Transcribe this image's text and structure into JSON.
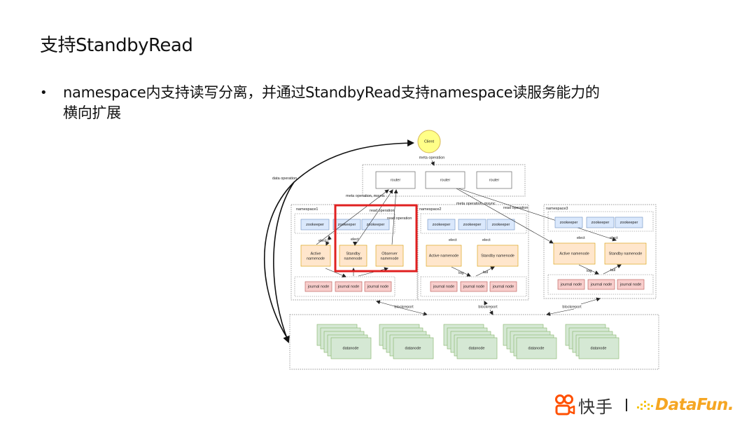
{
  "slide": {
    "title": "支持StandbyRead",
    "bullet_symbol": "•",
    "bullet_text": "namespace内支持读写分离，并通过StandbyRead支持namespace读服务能力的横向扩展"
  },
  "diagram": {
    "client": "Client",
    "labels": {
      "data_operation": "data operation",
      "meta_operation": "meta operation",
      "meta_operation_msync": "meta operation, msync",
      "read_operation": "read operation",
      "elect": "elect",
      "log": "log",
      "tail": "tail",
      "blockreport": "blockreport"
    },
    "routers": [
      "router",
      "router",
      "router"
    ],
    "namespaces": [
      {
        "name": "namespace1",
        "zookeepers": [
          "zookeeper",
          "zookeeper",
          "zookeeper"
        ],
        "namenodes": [
          "Active namenode",
          "Standby namenode",
          "Observer namenode"
        ],
        "journal_nodes": [
          "journal node",
          "journal node",
          "journal node"
        ]
      },
      {
        "name": "namespace2",
        "zookeepers": [
          "zookeeper",
          "zookeeper",
          "zookeeper"
        ],
        "namenodes": [
          "Active namenode",
          "Standby namenode"
        ],
        "journal_nodes": [
          "journal node",
          "journal node",
          "journal node"
        ]
      },
      {
        "name": "namespace3",
        "zookeepers": [
          "zookeeper",
          "zookeeper",
          "zookeeper"
        ],
        "namenodes": [
          "Active namenode",
          "Standby namenode"
        ],
        "journal_nodes": [
          "journal node",
          "journal node",
          "journal node"
        ]
      }
    ],
    "datanodes": [
      "datanode",
      "datanode",
      "datanode",
      "datanode",
      "datanode"
    ],
    "colors": {
      "client_fill": "#ffff88",
      "client_stroke": "#d6b656",
      "zookeeper_fill": "#dae8fc",
      "zookeeper_stroke": "#6c8ebf",
      "namenode_fill": "#ffe6cc",
      "namenode_stroke": "#d79b00",
      "journal_fill": "#f8cecc",
      "journal_stroke": "#b85450",
      "datanode_fill": "#d5e8d4",
      "datanode_stroke": "#82b366",
      "highlight": "#e02020"
    }
  },
  "footer": {
    "brand1": "快手",
    "brand2": "DataFun."
  }
}
